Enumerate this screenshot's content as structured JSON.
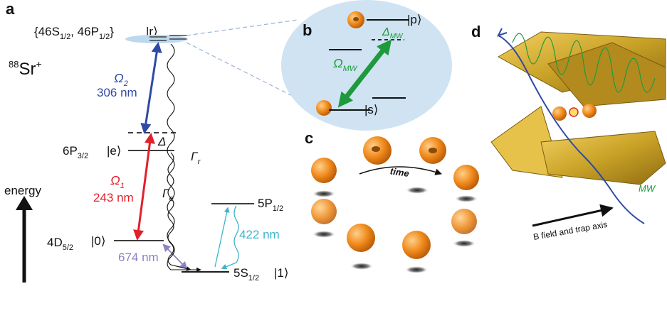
{
  "panels": {
    "a": "a",
    "b": "b",
    "c": "c",
    "d": "d"
  },
  "levels": {
    "r_states": "{46S",
    "r_s_sub": "1/2",
    "r_sep": ", 46P",
    "r_p_sub": "1/2",
    "r_close": "}",
    "r_ket": "|r⟩",
    "e_name": "6P",
    "e_sub": "3/2",
    "e_ket": "|e⟩",
    "zero_name": "4D",
    "zero_sub": "5/2",
    "zero_ket": "|0⟩",
    "p_name": "5P",
    "p_sub": "1/2",
    "s_name": "5S",
    "s_sub": "1/2",
    "one_ket": "|1⟩"
  },
  "ion": {
    "mass": "88",
    "element": "Sr",
    "charge": "+"
  },
  "energy_label": "energy",
  "transitions": {
    "omega2": "Ω",
    "omega2_sub": "2",
    "omega2_wavelength": "306 nm",
    "omega1": "Ω",
    "omega1_sub": "1",
    "omega1_wavelength": "243 nm",
    "delta": "Δ",
    "gamma_r": "Γ",
    "gamma_r_sub": "r",
    "gamma_e": "Γ",
    "gamma_e_sub": "e",
    "wl_674": "674 nm",
    "wl_422": "422 nm"
  },
  "inset_b": {
    "p_ket": "|p⟩",
    "s_ket": "|s⟩",
    "omega_mw": "Ω",
    "omega_mw_sub": "MW",
    "delta_mw": "Δ",
    "delta_mw_sub": "MW"
  },
  "panel_c": {
    "time_label": "time"
  },
  "panel_d": {
    "mw_label": "MW",
    "axis_label": "B field and trap axis"
  },
  "colors": {
    "blue": "#2e4aa6",
    "red": "#e0202a",
    "green": "#1e9a3c",
    "purple": "#8c82c4",
    "cyan": "#3cb4c8",
    "inset_bg": "#cfe3f2",
    "gold": "#c9a227",
    "orange": "#e8861c"
  }
}
